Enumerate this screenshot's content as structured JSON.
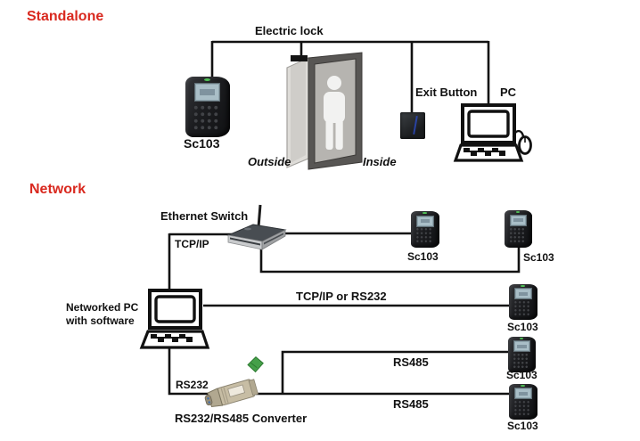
{
  "standalone": {
    "heading": "Standalone",
    "electric_lock_label": "Electric lock",
    "reader_label": "Sc103",
    "outside_label": "Outside",
    "inside_label": "Inside",
    "exit_button_label": "Exit Button",
    "pc_label": "PC"
  },
  "network": {
    "heading": "Network",
    "ethernet_switch_label": "Ethernet Switch",
    "tcpip_label": "TCP/IP",
    "networked_pc_label_line1": "Networked PC",
    "networked_pc_label_line2": "with software",
    "tcpip_rs232_label": "TCP/IP or RS232",
    "rs232_label": "RS232",
    "converter_label": "RS232/RS485 Converter",
    "rs485_label_1": "RS485",
    "rs485_label_2": "RS485",
    "readers": [
      {
        "id": "switch-reader-1",
        "label": "Sc103"
      },
      {
        "id": "switch-reader-2",
        "label": "Sc103"
      },
      {
        "id": "tcpip-rs232-reader",
        "label": "Sc103"
      },
      {
        "id": "rs485-reader-1",
        "label": "Sc103"
      },
      {
        "id": "rs485-reader-2",
        "label": "Sc103"
      }
    ]
  },
  "colors": {
    "heading_red": "#d9291f",
    "wire_black": "#121212",
    "reader_body_black": "#1c1d20",
    "reader_lcd_blue": "#a9bec7",
    "reader_led_green": "#4fc055",
    "switch_gray": "#484d52",
    "converter_tan": "#c7bda4",
    "converter_green": "#45a049",
    "door_frame_gray": "#585654",
    "door_interior_gray": "#b6b4b0"
  }
}
